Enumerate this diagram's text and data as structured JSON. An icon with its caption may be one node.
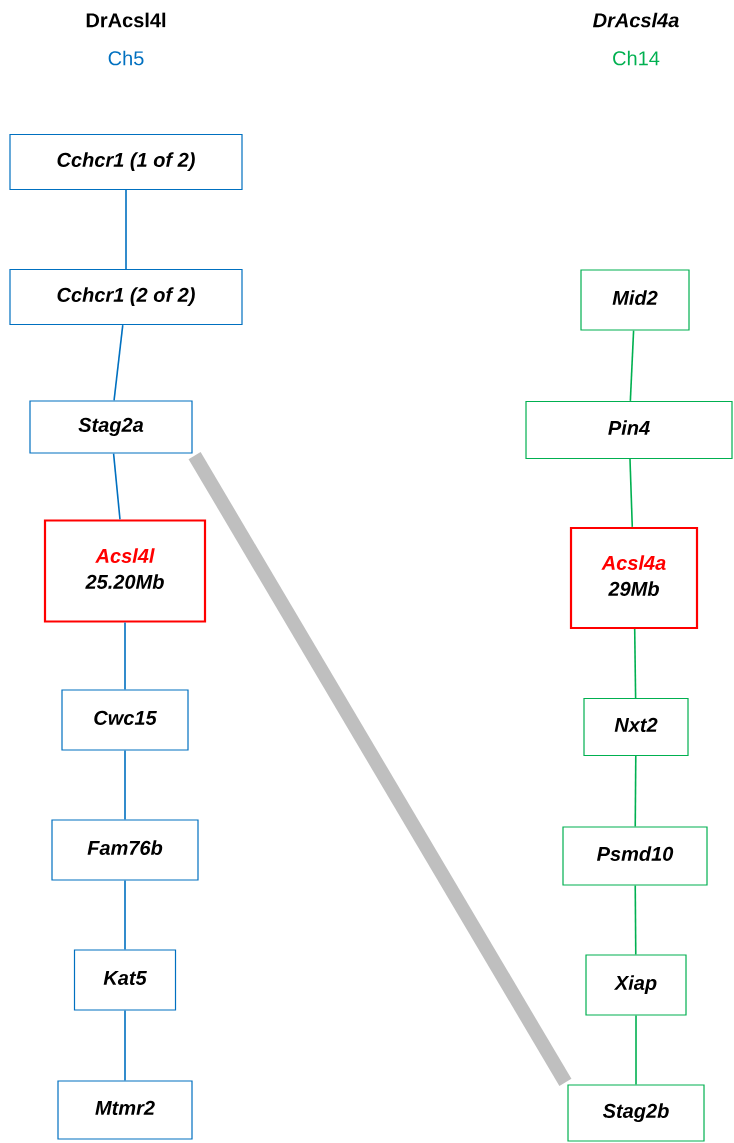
{
  "diagram": {
    "nodes": [
      {
        "text": [
          "Cchcr1 (1 of 2)"
        ]
      },
      {
        "text": [
          "Cchcr1 (2 of 2)"
        ]
      },
      {
        "text": [
          "Stag2a"
        ]
      },
      {
        "text": [
          "Acsl4l",
          "25.20Mb"
        ]
      },
      {
        "text": [
          "Cwc15"
        ]
      },
      {
        "text": [
          "Fam76b"
        ]
      },
      {
        "text": [
          "Kat5"
        ]
      },
      {
        "text": [
          "Mtmr2"
        ]
      },
      {
        "text": [
          "Mid2"
        ]
      },
      {
        "text": [
          "Pin4"
        ]
      },
      {
        "text": [
          "Acsl4a",
          "29Mb"
        ]
      },
      {
        "text": [
          "Nxt2"
        ]
      },
      {
        "text": [
          "Psmd10"
        ]
      },
      {
        "text": [
          "Xiap"
        ]
      },
      {
        "text": [
          "Stag2b"
        ]
      }
    ],
    "edges": [
      {
        "from": 0,
        "to": 1,
        "arrow": "none"
      },
      {
        "from": 1,
        "to": 2,
        "arrow": "none"
      },
      {
        "from": 2,
        "to": 3,
        "arrow": "none"
      },
      {
        "from": 3,
        "to": 4,
        "arrow": "none"
      },
      {
        "from": 4,
        "to": 5,
        "arrow": "none"
      },
      {
        "from": 5,
        "to": 6,
        "arrow": "none"
      },
      {
        "from": 6,
        "to": 7,
        "arrow": "none"
      },
      {
        "from": 8,
        "to": 9,
        "arrow": "none",
        "color": "#00b050"
      },
      {
        "from": 9,
        "to": 10,
        "arrow": "none",
        "color": "#00b050"
      },
      {
        "from": 10,
        "to": 11,
        "arrow": "none",
        "color": "#00b050"
      },
      {
        "from": 11,
        "to": 12,
        "arrow": "none",
        "color": "#00b050"
      },
      {
        "from": 12,
        "to": 13,
        "arrow": "none",
        "color": "#00b050"
      },
      {
        "from": 13,
        "to": 14,
        "arrow": "none",
        "color": "#00b050"
      },
      {
        "from": 2,
        "to": 14,
        "arrow": "none",
        "style": "thick",
        "color": "#bfbfbf"
      }
    ],
    "labels": [
      "DrAcsl4l",
      "Ch5",
      "DrAcsl4a",
      "Ch14"
    ]
  }
}
